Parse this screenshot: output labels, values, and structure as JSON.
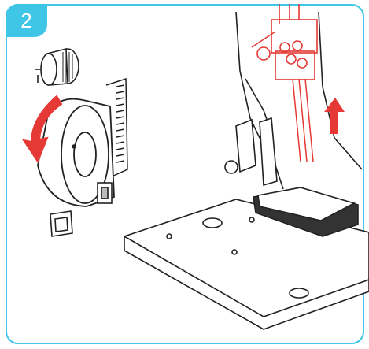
{
  "step": {
    "number": "2",
    "badge_color": "#3fc6e6"
  },
  "colors": {
    "frame": "#3fc6e6",
    "arrow": "#e53935",
    "line": "#222222"
  },
  "illustration": {
    "parts": [
      "handwheel-cap",
      "handwheel",
      "rotation-arrow",
      "needle-bar-assembly",
      "needles",
      "up-arrow",
      "presser-foot",
      "needle-plate",
      "side-vents",
      "side-switch"
    ]
  }
}
